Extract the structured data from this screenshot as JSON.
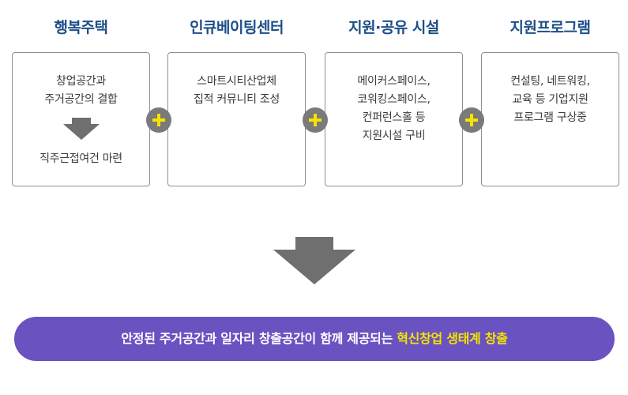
{
  "columns": [
    {
      "title": "행복주택"
    },
    {
      "title": "인큐베이팅센터"
    },
    {
      "title": "지원·공유 시설"
    },
    {
      "title": "지원프로그램"
    }
  ],
  "boxes": {
    "housing": {
      "line1": "창업공간과",
      "line2": "주거공간의 결합",
      "result": "직주근접여건 마련"
    },
    "incubating": {
      "line1": "스마트시티산업체",
      "line2": "집적 커뮤니티 조성"
    },
    "facilities": {
      "line1": "메이커스페이스,",
      "line2": "코워킹스페이스,",
      "line3": "컨퍼런스홀 등",
      "line4": "지원시설 구비"
    },
    "programs": {
      "line1": "컨설팅, 네트워킹,",
      "line2": "교육 등 기업지원",
      "line3": "프로그램 구상중"
    }
  },
  "banner": {
    "text": "안정된 주거공간과 일자리 창출공간이 함께 제공되는",
    "highlight": "혁신창업 생태계 창출"
  },
  "colors": {
    "title": "#1d4e89",
    "plus_bg": "#7a7a7a",
    "plus_fg": "#f5e400",
    "arrow": "#6f6f6f",
    "banner_bg": "#6a52c1",
    "highlight": "#f5e400"
  }
}
